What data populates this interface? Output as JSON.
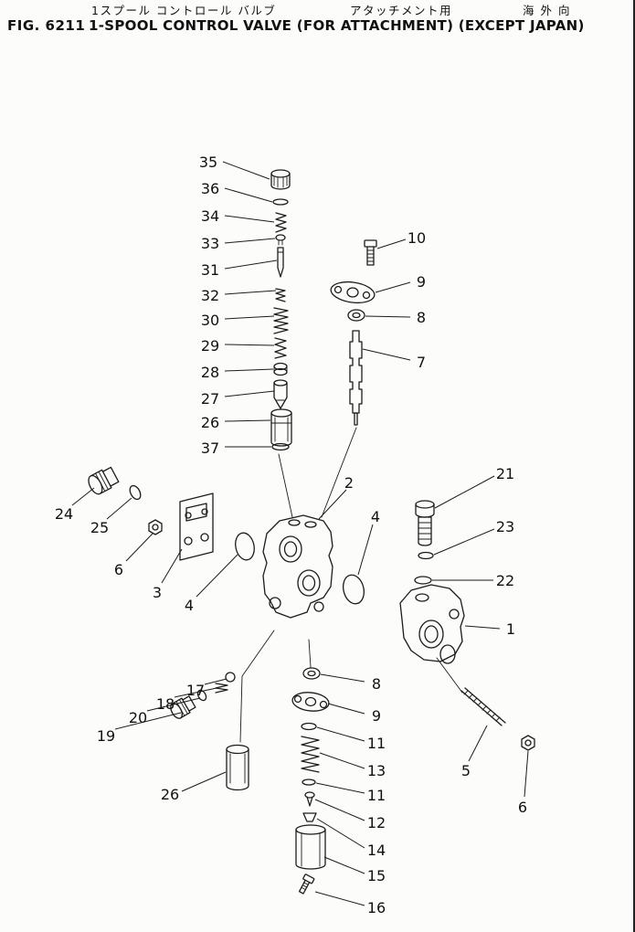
{
  "header": {
    "fig_label": "FIG. 6211",
    "title_jp_1": "1スプール コントロール バルブ",
    "title_jp_2": "アタッチメント用",
    "title_jp_3": "海外向",
    "title_en": "1-SPOOL CONTROL VALVE (FOR ATTACHMENT) (EXCEPT JAPAN)"
  },
  "diagram": {
    "ink_color": "#1c1c1c",
    "background_color": "#fcfcfa",
    "callouts": [
      {
        "num": "35",
        "label": [
          228,
          177
        ],
        "line": [
          244,
          177,
          295,
          196
        ]
      },
      {
        "num": "36",
        "label": [
          230,
          206
        ],
        "line": [
          246,
          206,
          298,
          221
        ]
      },
      {
        "num": "34",
        "label": [
          230,
          236
        ],
        "line": [
          246,
          236,
          300,
          243
        ]
      },
      {
        "num": "33",
        "label": [
          230,
          266
        ],
        "line": [
          246,
          266,
          301,
          261
        ]
      },
      {
        "num": "31",
        "label": [
          230,
          295
        ],
        "line": [
          246,
          294,
          303,
          285
        ]
      },
      {
        "num": "32",
        "label": [
          230,
          323
        ],
        "line": [
          246,
          322,
          302,
          318
        ]
      },
      {
        "num": "30",
        "label": [
          230,
          350
        ],
        "line": [
          246,
          349,
          300,
          346
        ]
      },
      {
        "num": "29",
        "label": [
          230,
          378
        ],
        "line": [
          246,
          377,
          300,
          378
        ]
      },
      {
        "num": "28",
        "label": [
          230,
          407
        ],
        "line": [
          246,
          406,
          299,
          404
        ]
      },
      {
        "num": "27",
        "label": [
          230,
          436
        ],
        "line": [
          246,
          434,
          300,
          428
        ]
      },
      {
        "num": "26",
        "label": [
          230,
          462
        ],
        "line": [
          246,
          461,
          296,
          460
        ]
      },
      {
        "num": "37",
        "label": [
          230,
          490
        ],
        "line": [
          246,
          489,
          297,
          489
        ]
      },
      {
        "num": "10",
        "label": [
          456,
          260
        ],
        "line": [
          444,
          262,
          413,
          272
        ]
      },
      {
        "num": "9",
        "label": [
          461,
          308
        ],
        "line": [
          449,
          309,
          411,
          320
        ]
      },
      {
        "num": "8",
        "label": [
          461,
          347
        ],
        "line": [
          449,
          347,
          400,
          346
        ]
      },
      {
        "num": "7",
        "label": [
          461,
          396
        ],
        "line": [
          449,
          394,
          397,
          382
        ]
      },
      {
        "num": "2",
        "label": [
          382,
          528
        ],
        "line": [
          379,
          536,
          349,
          568
        ]
      },
      {
        "num": "21",
        "label": [
          553,
          518
        ],
        "line": [
          541,
          521,
          476,
          556
        ]
      },
      {
        "num": "23",
        "label": [
          553,
          576
        ],
        "line": [
          541,
          579,
          475,
          607
        ]
      },
      {
        "num": "22",
        "label": [
          553,
          635
        ],
        "line": [
          540,
          635,
          473,
          635
        ]
      },
      {
        "num": "1",
        "label": [
          559,
          688
        ],
        "line": [
          547,
          688,
          509,
          685
        ]
      },
      {
        "num": "4",
        "label": [
          411,
          565
        ],
        "line": [
          408,
          574,
          392,
          629
        ]
      },
      {
        "num": "24",
        "label": [
          70,
          562
        ],
        "line": [
          79,
          553,
          103,
          534
        ]
      },
      {
        "num": "25",
        "label": [
          109,
          577
        ],
        "line": [
          117,
          568,
          144,
          545
        ]
      },
      {
        "num": "6",
        "label": [
          130,
          623
        ],
        "line": [
          138,
          614,
          167,
          584
        ]
      },
      {
        "num": "3",
        "label": [
          172,
          648
        ],
        "line": [
          177,
          638,
          199,
          601
        ]
      },
      {
        "num": "4",
        "label": [
          207,
          662
        ],
        "line": [
          215,
          653,
          260,
          607
        ]
      },
      {
        "num": "17",
        "label": [
          214,
          755
        ],
        "line": [
          224,
          749,
          248,
          743
        ]
      },
      {
        "num": "18",
        "label": [
          181,
          770
        ],
        "line": [
          191,
          763,
          237,
          753
        ]
      },
      {
        "num": "20",
        "label": [
          151,
          785
        ],
        "line": [
          161,
          778,
          219,
          764
        ]
      },
      {
        "num": "19",
        "label": [
          116,
          805
        ],
        "line": [
          126,
          798,
          198,
          780
        ]
      },
      {
        "num": "8",
        "label": [
          412,
          748
        ],
        "line": [
          399,
          746,
          351,
          738
        ]
      },
      {
        "num": "9",
        "label": [
          412,
          783
        ],
        "line": [
          399,
          781,
          359,
          770
        ]
      },
      {
        "num": "11",
        "label": [
          412,
          813
        ],
        "line": [
          399,
          811,
          347,
          796
        ]
      },
      {
        "num": "13",
        "label": [
          412,
          843
        ],
        "line": [
          399,
          841,
          350,
          824
        ]
      },
      {
        "num": "11",
        "label": [
          412,
          870
        ],
        "line": [
          399,
          868,
          346,
          857
        ]
      },
      {
        "num": "12",
        "label": [
          412,
          900
        ],
        "line": [
          399,
          898,
          345,
          875
        ]
      },
      {
        "num": "14",
        "label": [
          412,
          930
        ],
        "line": [
          399,
          928,
          347,
          896
        ]
      },
      {
        "num": "5",
        "label": [
          510,
          843
        ],
        "line": [
          513,
          833,
          533,
          794
        ]
      },
      {
        "num": "6",
        "label": [
          572,
          883
        ],
        "line": [
          574,
          872,
          578,
          822
        ]
      },
      {
        "num": "26",
        "label": [
          186,
          869
        ],
        "line": [
          199,
          866,
          247,
          845
        ]
      },
      {
        "num": "15",
        "label": [
          412,
          958
        ],
        "line": [
          399,
          956,
          355,
          938
        ]
      },
      {
        "num": "16",
        "label": [
          412,
          993
        ],
        "line": [
          399,
          991,
          345,
          976
        ]
      }
    ]
  }
}
